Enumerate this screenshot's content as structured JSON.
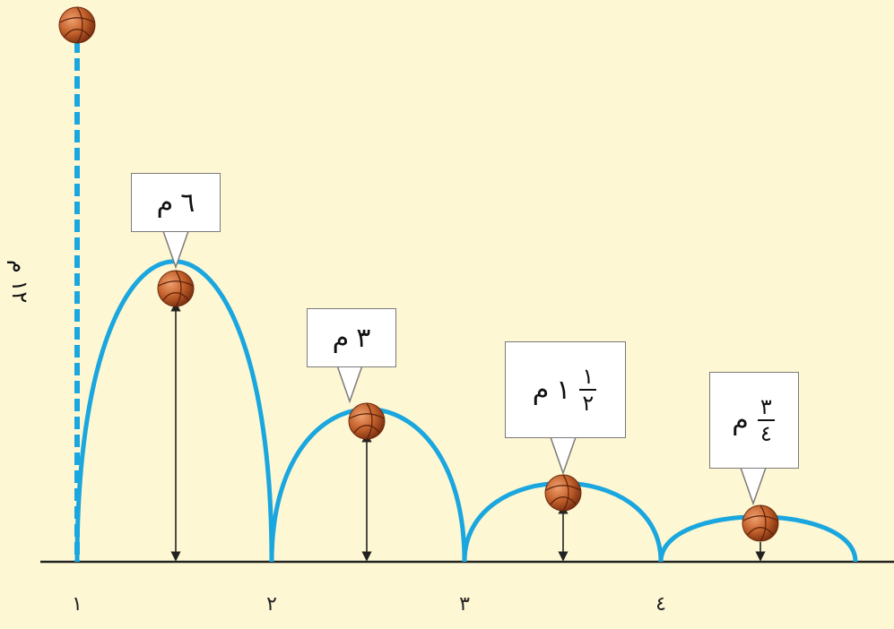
{
  "drop": {
    "height_label": "١٢ م",
    "height_m": 12
  },
  "bounces": [
    {
      "height_m": 6,
      "whole": "٦",
      "num": "",
      "den": "",
      "unit": "م"
    },
    {
      "height_m": 3,
      "whole": "٣",
      "num": "",
      "den": "",
      "unit": "م"
    },
    {
      "height_m": 1.5,
      "whole": "١",
      "num": "١",
      "den": "٢",
      "unit": "م"
    },
    {
      "height_m": 0.75,
      "whole": "",
      "num": "٣",
      "den": "٤",
      "unit": "م"
    }
  ],
  "ground_marks": [
    "١",
    "٢",
    "٣",
    "٤"
  ],
  "colors": {
    "background": "#fdf7d3",
    "path": "#1aa6df",
    "ball": "#c2602a",
    "ground": "#222222"
  }
}
